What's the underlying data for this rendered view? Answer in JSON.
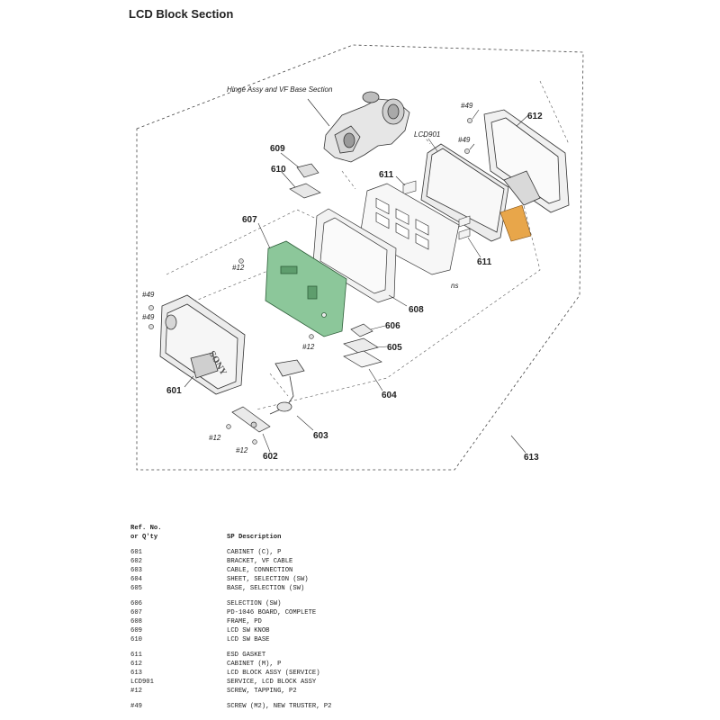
{
  "page": {
    "title": "LCD Block Section"
  },
  "diagram": {
    "caption_hinge": "Hinge Assy and VF Base Section",
    "label_ns": "ns",
    "callouts": {
      "c601": "601",
      "c602": "602",
      "c603": "603",
      "c604": "604",
      "c605": "605",
      "c606": "606",
      "c607": "607",
      "c608": "608",
      "c609": "609",
      "c610": "610",
      "c611a": "611",
      "c611b": "611",
      "c612": "612",
      "c613": "613",
      "lcd901": "LCD901",
      "s49a": "#49",
      "s49b": "#49",
      "s49c": "#49",
      "s49d": "#49",
      "s12a": "#12",
      "s12b": "#12",
      "s12c": "#12",
      "s12d": "#12"
    },
    "logo_text": "SONY",
    "colors": {
      "board": "#8cc79a",
      "flex": "#e8a64a",
      "line": "#333333"
    }
  },
  "parts_list": {
    "header_ref_1": "Ref. No.",
    "header_ref_2": "or Q'ty",
    "header_desc": "SP Description",
    "groups": [
      [
        {
          "ref": "601",
          "desc": "CABINET (C), P"
        },
        {
          "ref": "602",
          "desc": "BRACKET, VF CABLE"
        },
        {
          "ref": "603",
          "desc": "CABLE, CONNECTION"
        },
        {
          "ref": "604",
          "desc": "SHEET, SELECTION (SW)"
        },
        {
          "ref": "605",
          "desc": "BASE, SELECTION (SW)"
        }
      ],
      [
        {
          "ref": "606",
          "desc": "SELECTION (SW)"
        },
        {
          "ref": "607",
          "desc": "PD-1046 BOARD, COMPLETE"
        },
        {
          "ref": "608",
          "desc": "FRAME, PD"
        },
        {
          "ref": "609",
          "desc": "LCD SW KNOB"
        },
        {
          "ref": "610",
          "desc": "LCD SW BASE"
        }
      ],
      [
        {
          "ref": "611",
          "desc": "ESD GASKET"
        },
        {
          "ref": "612",
          "desc": "CABINET (M), P"
        },
        {
          "ref": "613",
          "desc": "LCD BLOCK ASSY (SERVICE)"
        },
        {
          "ref": "LCD901",
          "desc": "SERVICE, LCD BLOCK ASSY"
        },
        {
          "ref": "#12",
          "desc": "SCREW, TAPPING, P2"
        }
      ],
      [
        {
          "ref": "#49",
          "desc": "SCREW (M2), NEW TRUSTER, P2"
        }
      ]
    ]
  }
}
